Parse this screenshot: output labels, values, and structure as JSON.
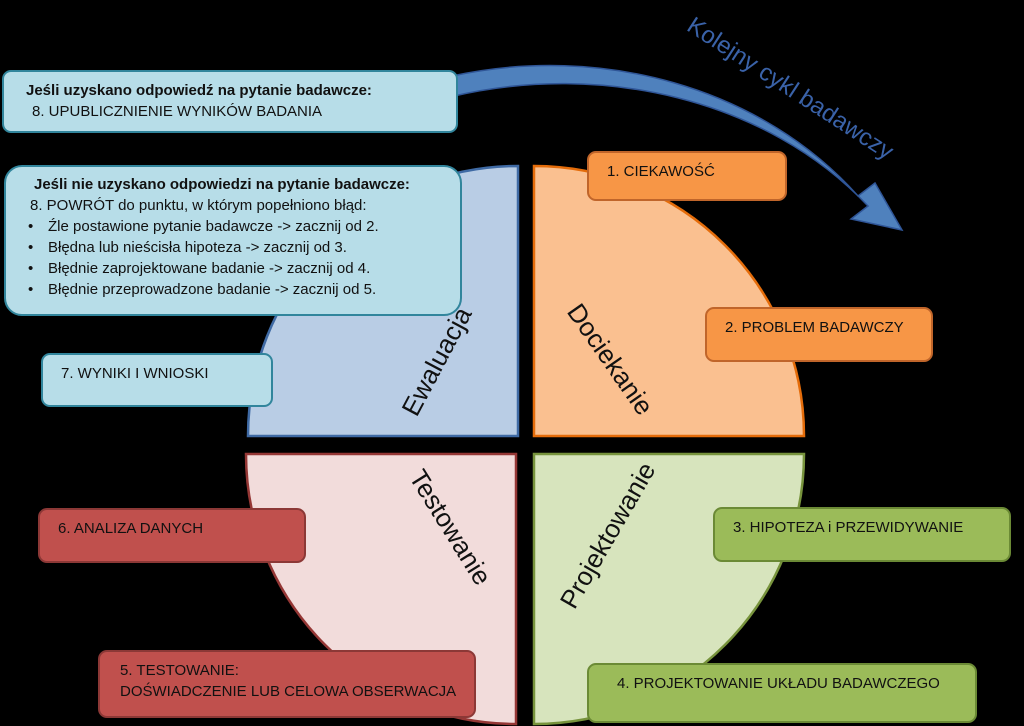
{
  "arrow": {
    "label": "Kolejny cykl badawczy",
    "color": "#4f81bd"
  },
  "quadrants": {
    "evaluation": {
      "label": "Ewaluacja",
      "fill": "#b9cde5",
      "stroke": "#3f6aa4"
    },
    "inquiry": {
      "label": "Dociekanie",
      "fill": "#fac090",
      "stroke": "#e46c0a"
    },
    "testing": {
      "label": "Testowanie",
      "fill": "#f2dcdb",
      "stroke": "#953735"
    },
    "design": {
      "label": "Projektowanie",
      "fill": "#d7e4bd",
      "stroke": "#77933c"
    }
  },
  "boxes": {
    "answer_found": {
      "heading": "Jeśli uzyskano odpowiedź na pytanie badawcze:",
      "line": "8. UPUBLICZNIENIE WYNIKÓW BADANIA"
    },
    "no_answer": {
      "heading": "Jeśli nie uzyskano odpowiedzi na pytanie badawcze:",
      "line": "8. POWRÓT  do punktu, w którym popełniono błąd:",
      "bullets": [
        "Źle postawione pytanie badawcze -> zacznij od 2.",
        "Błędna lub nieścisła hipoteza -> zacznij od 3.",
        "Błędnie zaprojektowane badanie -> zacznij od 4.",
        "Błędnie przeprowadzone badanie  -> zacznij od 5."
      ]
    },
    "step1": {
      "label": "1. CIEKAWOŚĆ"
    },
    "step2": {
      "label": "2. PROBLEM BADAWCZY"
    },
    "step3": {
      "label": "3. HIPOTEZA i PRZEWIDYWANIE"
    },
    "step4": {
      "label": "4. PROJEKTOWANIE UKŁADU BADAWCZEGO"
    },
    "step5": {
      "line1": "5. TESTOWANIE:",
      "line2": "DOŚWIADCZENIE LUB CELOWA OBSERWACJA"
    },
    "step6": {
      "label": "6. ANALIZA DANYCH"
    },
    "step7": {
      "label": "7. WYNIKI I WNIOSKI"
    }
  }
}
